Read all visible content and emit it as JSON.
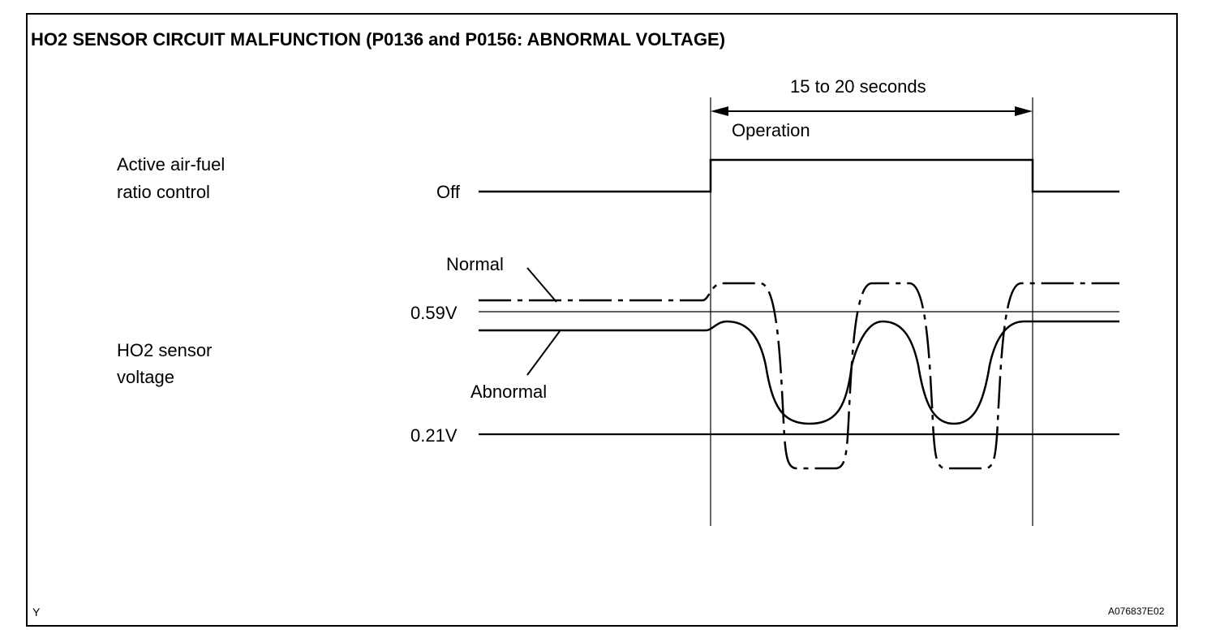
{
  "diagram": {
    "title": "HO2 SENSOR CIRCUIT MALFUNCTION (P0136 and P0156: ABNORMAL VOLTAGE)",
    "duration_label": "15 to 20 seconds",
    "operation_label": "Operation",
    "afr_label_line1": "Active air-fuel",
    "afr_label_line2": "ratio control",
    "off_label": "Off",
    "normal_label": "Normal",
    "abnormal_label": "Abnormal",
    "high_threshold": "0.59V",
    "low_threshold": "0.21V",
    "sensor_label_line1": "HO2 sensor",
    "sensor_label_line2": "voltage",
    "corner_left": "Y",
    "figure_id": "A076837E02"
  }
}
